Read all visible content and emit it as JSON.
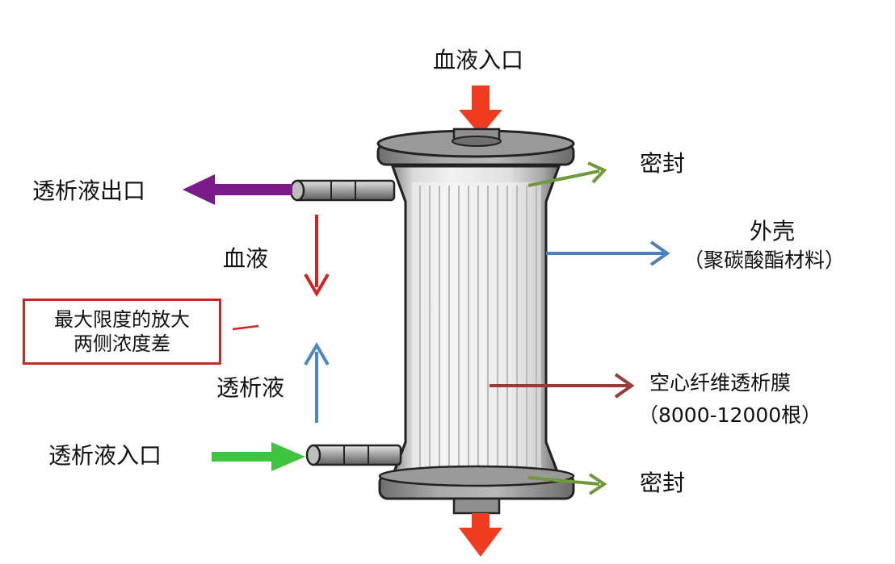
{
  "labels": {
    "blood_inlet": "血液入口",
    "seal_top": "密封",
    "seal_bottom": "密封",
    "dialysate_outlet": "透析液出口",
    "shell_title": "外壳",
    "shell_material": "（聚碳酸酯材料）",
    "blood_flow": "血液",
    "dialysate_flow": "透析液",
    "hollow_fiber_title": "空心纤维透析膜",
    "hollow_fiber_count": "（8000-12000根）",
    "dialysate_inlet": "透析液入口",
    "note_line1": "最大限度的放大",
    "note_line2": "两侧浓度差"
  },
  "colors": {
    "blood_arrow": "#f03c1e",
    "dialysate_outlet_arrow": "#7b1b8a",
    "dialysate_inlet_arrow": "#3fc43f",
    "blood_flow_arrow": "#d92121",
    "dialysate_flow_arrow": "#4a86c8",
    "seal_arrow": "#6f9a3a",
    "shell_arrow": "#4a7fc0",
    "fiber_arrow": "#9a3a3a",
    "note_border": "#c62828"
  }
}
